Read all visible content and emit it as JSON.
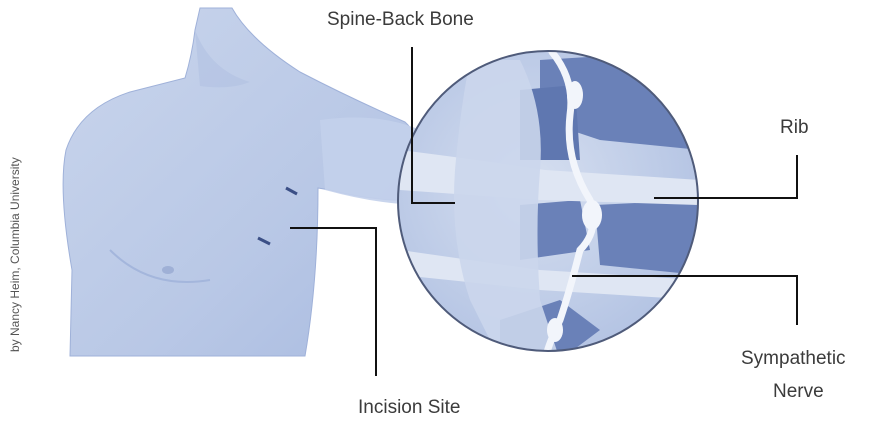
{
  "labels": {
    "spine": "Spine-Back Bone",
    "rib": "Rib",
    "incision": "Incision Site",
    "sympathetic_line1": "Sympathetic",
    "sympathetic_line2": "Nerve"
  },
  "credit": "by Nancy Heim, Columbia University",
  "colors": {
    "skin_light": "#c9d5ec",
    "skin_mid": "#aebfe1",
    "skin_dark": "#8ea3cf",
    "rib_dark": "#6a81b8",
    "bone_light": "#dfe6f3",
    "leader": "#111111"
  }
}
